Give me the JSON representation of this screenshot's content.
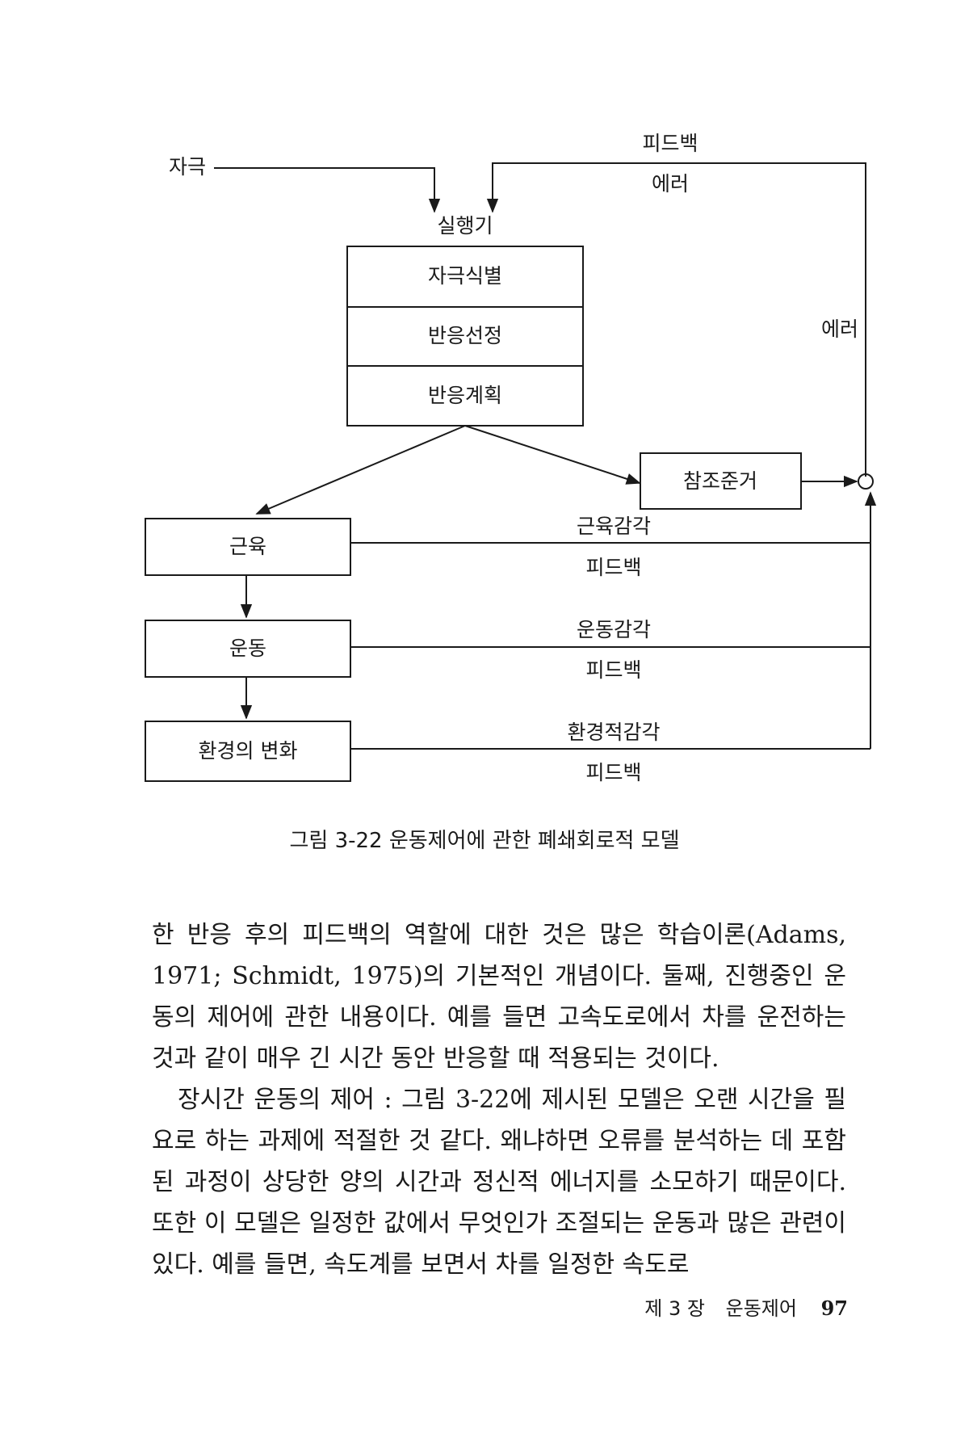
{
  "figure": {
    "labels": {
      "stimulus": "자극",
      "feedback_top": "피드백",
      "error_top": "에러",
      "executive": "실행기",
      "error_right": "에러",
      "muscle_sense": "근육감각",
      "muscle_feedback": "피드백",
      "movement_sense": "운동감각",
      "movement_feedback": "피드백",
      "env_sense": "환경적감각",
      "env_feedback": "피드백"
    },
    "executive_stages": [
      "자극식별",
      "반응선정",
      "반응계획"
    ],
    "reference": "참조준거",
    "muscle": "근육",
    "movement": "운동",
    "environment": "환경의 변화"
  },
  "caption": "그림 3-22 운동제어에 관한 폐쇄회로적 모델",
  "paragraphs": [
    "한 반응 후의 피드백의 역할에 대한 것은 많은 학습이론(Adams, 1971; Schmidt, 1975)의 기본적인 개념이다. 둘째, 진행중인 운동의 제어에 관한 내용이다. 예를 들면 고속도로에서 차를 운전하는 것과 같이 매우 긴 시간 동안 반응할 때 적용되는 것이다.",
    "장시간 운동의 제어 : 그림 3-22에 제시된 모델은 오랜 시간을 필요로 하는 과제에 적절한 것 같다. 왜냐하면 오류를 분석하는 데 포함된 과정이 상당한 양의 시간과 정신적 에너지를 소모하기 때문이다. 또한 이 모델은 일정한 값에서 무엇인가 조절되는 운동과 많은 관련이 있다. 예를 들면, 속도계를 보면서 차를 일정한 속도로"
  ],
  "footer": {
    "chapter": "제 3 장",
    "title": "운동제어",
    "page": "97"
  }
}
